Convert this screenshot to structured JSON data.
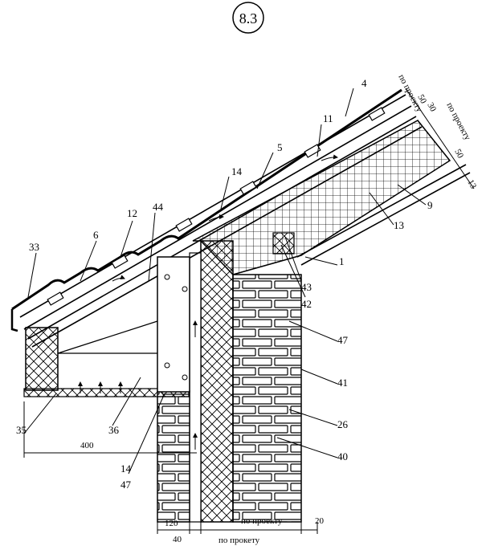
{
  "drawing": {
    "sheet_number": "8.3",
    "callouts": [
      "4",
      "5",
      "11",
      "14",
      "12",
      "6",
      "33",
      "44",
      "1",
      "43",
      "42",
      "47",
      "41",
      "26",
      "40",
      "9",
      "13",
      "35",
      "36",
      "14",
      "47"
    ],
    "dimensions": {
      "overhang": "400",
      "brick_outer": "120",
      "air_gap": "40",
      "insulation_width": "по проекту",
      "insulation_width_bottom": "по прокету",
      "inner_gap": "20",
      "roof_50": "50",
      "roof_30": "30",
      "roof_50b": "50",
      "roof_13": "13",
      "roof_by_design_1": "по проекту",
      "roof_by_design_2": "по проекту"
    }
  }
}
